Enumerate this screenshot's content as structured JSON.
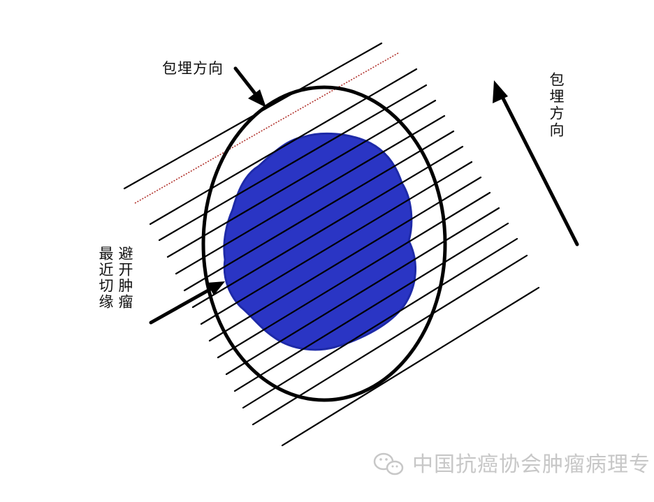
{
  "labels": {
    "embed_direction_top": "包埋方向",
    "embed_direction_right": "包埋方向",
    "avoid_tumor": "避开肿瘤",
    "nearest_margin": "最近切缘"
  },
  "watermark": {
    "text": "中国抗癌协会肿瘤病理专",
    "icon": "wechat-icon"
  },
  "colors": {
    "tumor": "#2a35c4",
    "cut_lines": "#000000",
    "margin_line": "#b0302a",
    "watermark": "#c7c7c7"
  }
}
